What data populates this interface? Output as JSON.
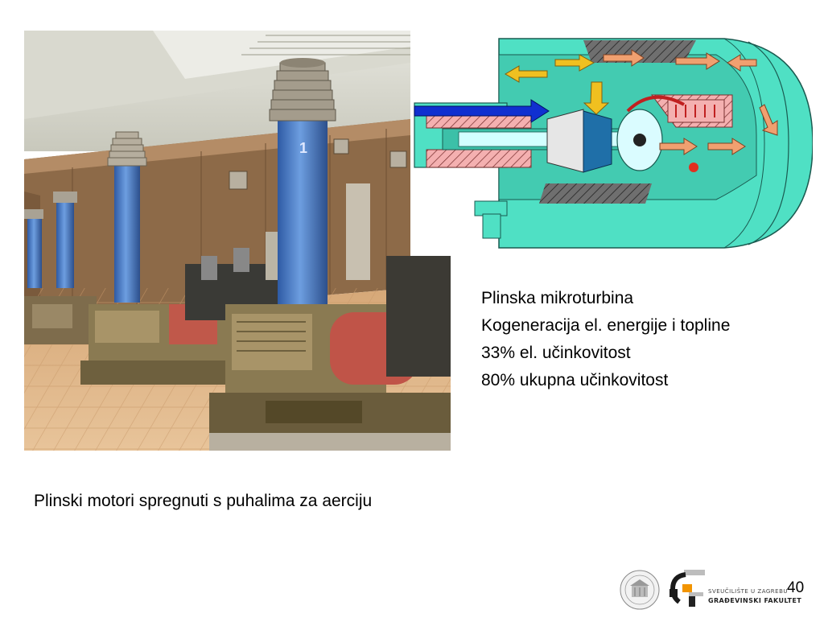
{
  "specs": {
    "line1": "Plinska mikroturbina",
    "line2": "Kogeneracija el. energije i topline",
    "line3": "33% el. učinkovitost",
    "line4": "80% ukupna učinkovitost"
  },
  "caption": "Plinski motori spregnuti s puhalima za aerciju",
  "photo": {
    "column_number": "1"
  },
  "footer": {
    "university": "SVEUČILIŠTE U ZAGREBU",
    "faculty": "GRAĐEVINSKI FAKULTET",
    "page_number": "40"
  },
  "colors": {
    "turbine_body": "#4fe0c4",
    "intake_arrow": "#1030d0",
    "exhaust_arrow": "#f0c020",
    "flow_arrow": "#f0a070",
    "column_blue": "#4a7cc8",
    "machine_olive": "#8a7a52"
  }
}
